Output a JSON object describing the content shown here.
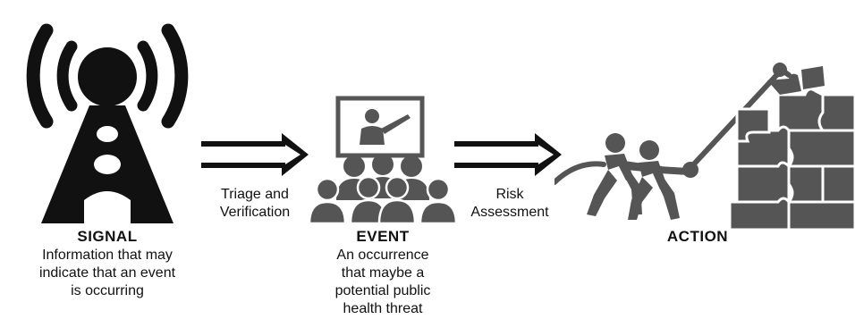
{
  "signal": {
    "title": "SIGNAL",
    "description": [
      "Information that may",
      "indicate that an event",
      "is occurring"
    ],
    "icon": "radio-tower-icon"
  },
  "transition_1": {
    "label": [
      "Triage and",
      "Verification"
    ],
    "icon": "double-arrow-icon"
  },
  "event": {
    "title": "EVENT",
    "description": [
      "An occurrence",
      "that maybe a",
      "potential public",
      "health threat"
    ],
    "icon": "presentation-audience-icon"
  },
  "transition_2": {
    "label": [
      "Risk",
      "Assessment"
    ],
    "icon": "double-arrow-icon"
  },
  "action": {
    "title": "ACTION",
    "icon": "team-pulling-puzzle-icon"
  },
  "colors": {
    "ink": "#111111",
    "icon_gray": "#555555",
    "background": "#ffffff"
  }
}
